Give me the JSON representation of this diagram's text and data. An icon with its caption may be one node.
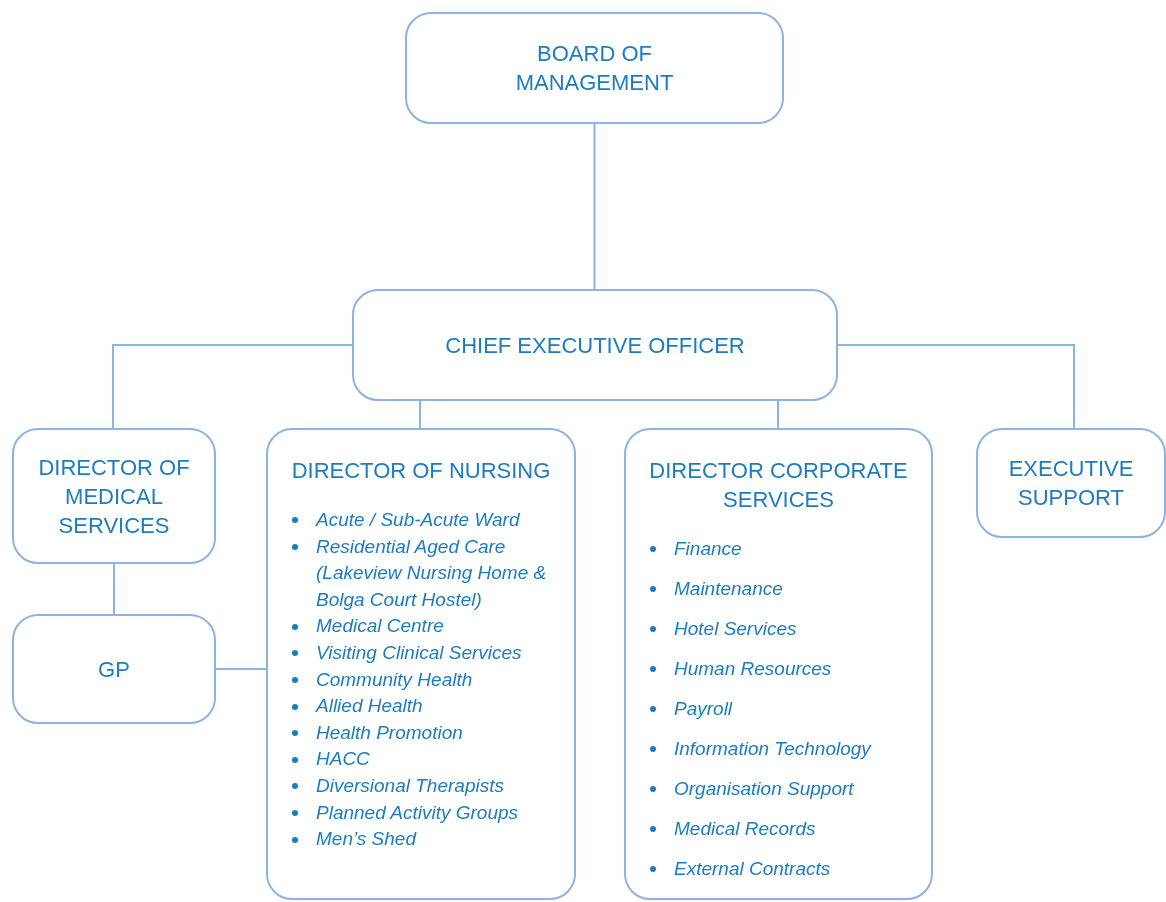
{
  "diagram": {
    "nodes": [
      {
        "text": [
          "BOARD OF MANAGEMENT"
        ]
      },
      {
        "text": [
          "CHIEF EXECUTIVE OFFICER"
        ]
      },
      {
        "text": [
          "DIRECTOR OF MEDICAL SERVICES"
        ]
      },
      {
        "text": [
          "DIRECTOR OF NURSING",
          "Acute / Sub-Acute Ward",
          "Residential Aged Care (Lakeview Nursing Home & Bolga Court Hostel)",
          "Medical Centre",
          "Visiting Clinical Services",
          "Community Health",
          "Allied Health",
          "Health Promotion",
          "HACC",
          "Diversional Therapists",
          "Planned Activity Groups",
          "Men’s Shed"
        ]
      },
      {
        "text": [
          "DIRECTOR CORPORATE SERVICES",
          "Finance",
          "Maintenance",
          "Hotel Services",
          "Human Resources",
          "Payroll",
          "Information Technology",
          "Organisation Support",
          "Medical Records",
          "External Contracts"
        ]
      },
      {
        "text": [
          "EXECUTIVE SUPPORT"
        ]
      },
      {
        "text": [
          "GP"
        ]
      }
    ],
    "edges": [
      {
        "from": 0,
        "to": 1,
        "arrow": "none"
      },
      {
        "from": 1,
        "to": 2,
        "arrow": "none"
      },
      {
        "from": 1,
        "to": 3,
        "arrow": "none"
      },
      {
        "from": 1,
        "to": 4,
        "arrow": "none"
      },
      {
        "from": 1,
        "to": 5,
        "arrow": "none"
      },
      {
        "from": 2,
        "to": 6,
        "arrow": "none"
      },
      {
        "from": 6,
        "to": 3,
        "arrow": "none"
      }
    ]
  }
}
